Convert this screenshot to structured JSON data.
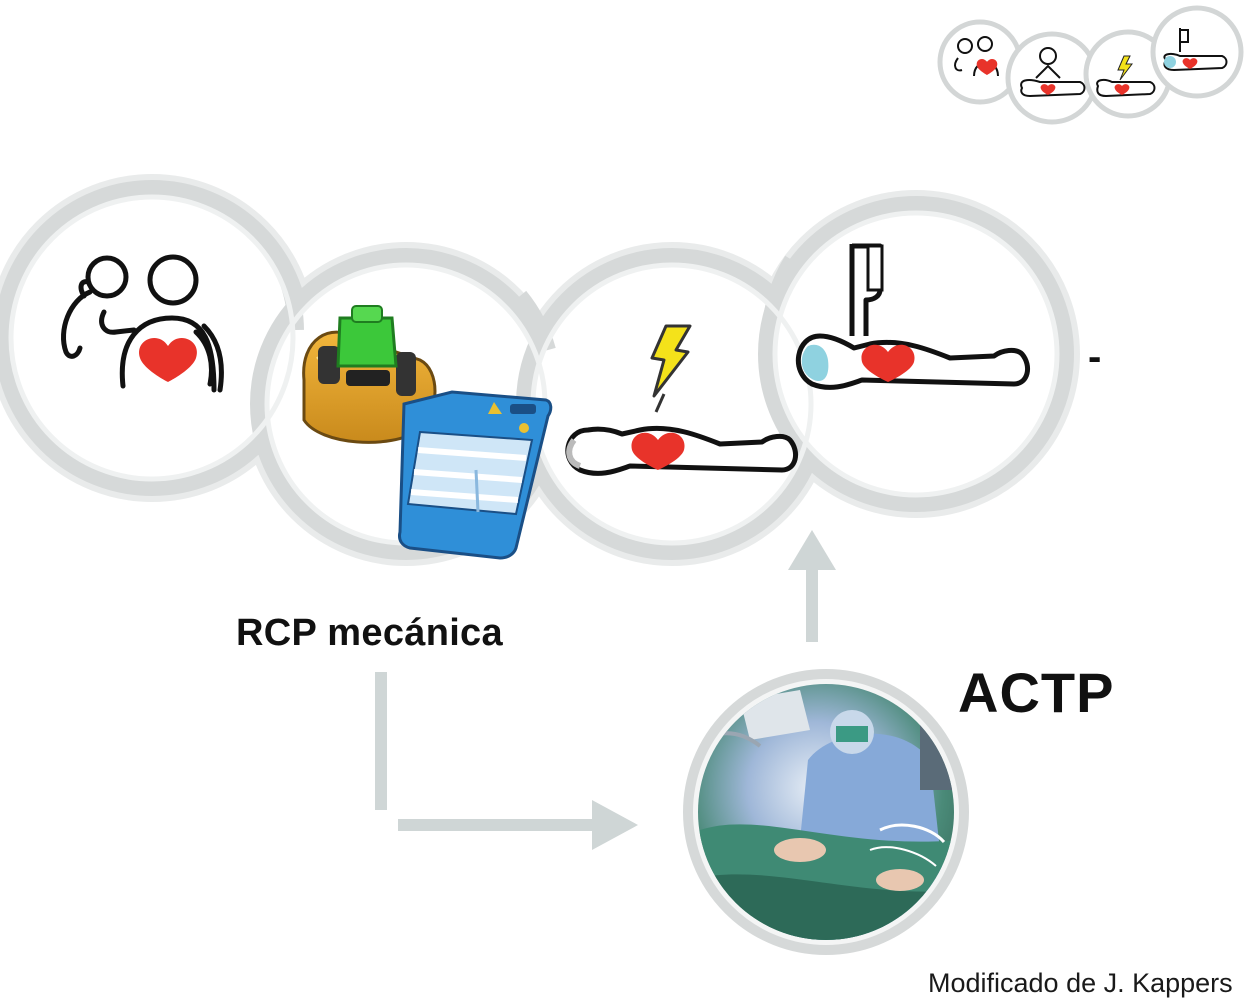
{
  "labels": {
    "mechanical_cpr": "RCP mecánica",
    "pci": "ACTP",
    "dash": "-",
    "credit": "Modificado de J. Kappers"
  },
  "colors": {
    "ring": "#d9dcdc",
    "ring_shadow": "#bfc3c3",
    "arrow": "#cfd6d6",
    "heart": "#e8332a",
    "lightning": "#f4e21a",
    "device_green": "#3cc83a",
    "device_blue": "#2f8fd8",
    "head_tint": "#8fd2e0"
  },
  "icons": {
    "cpr_rescuers": "rescuer-compressions-icon",
    "mechanical_device": "mechanical-cpr-device-icon",
    "defibrillation": "defibrillation-icon",
    "advanced_care": "iv-drip-patient-icon",
    "pci_photo": "cath-lab-photo",
    "chain_of_survival_mini": "chain-of-survival-thumbnail"
  }
}
